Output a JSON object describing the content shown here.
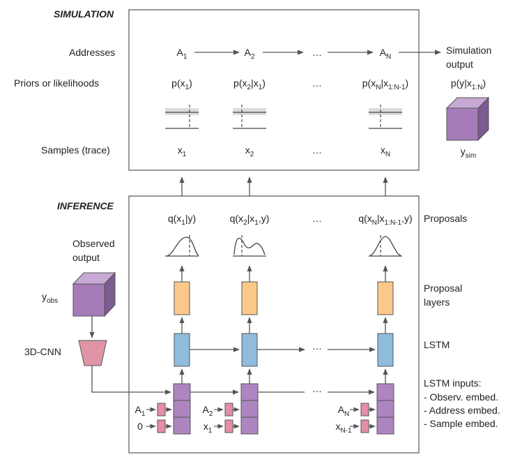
{
  "simulation": {
    "title": "SIMULATION",
    "row_labels": {
      "addresses": "Addresses",
      "priors": "Priors or likelihoods",
      "samples": "Samples (trace)"
    },
    "addresses": [
      {
        "main": "A",
        "sub": "1"
      },
      {
        "main": "A",
        "sub": "2"
      },
      {
        "main": "…",
        "sub": ""
      },
      {
        "main": "A",
        "sub": "N"
      }
    ],
    "priors": [
      {
        "parts": [
          {
            "t": "p(x"
          },
          {
            "t": "1",
            "sub": true
          },
          {
            "t": ")"
          }
        ]
      },
      {
        "parts": [
          {
            "t": "p(x"
          },
          {
            "t": "2",
            "sub": true
          },
          {
            "t": "|x"
          },
          {
            "t": "1",
            "sub": true
          },
          {
            "t": ")"
          }
        ]
      },
      {
        "parts": [
          {
            "t": "…"
          }
        ]
      },
      {
        "parts": [
          {
            "t": "p(x"
          },
          {
            "t": "N",
            "sub": true
          },
          {
            "t": "|x"
          },
          {
            "t": "1:N-1",
            "sub": true
          },
          {
            "t": ")"
          }
        ]
      }
    ],
    "samples": [
      {
        "main": "x",
        "sub": "1"
      },
      {
        "main": "x",
        "sub": "2"
      },
      {
        "main": "…",
        "sub": ""
      },
      {
        "main": "x",
        "sub": "N"
      }
    ],
    "output_label": [
      "Simulation",
      "output"
    ],
    "output_likelihood": {
      "parts": [
        {
          "t": "p(y|x"
        },
        {
          "t": "1:N",
          "sub": true
        },
        {
          "t": ")"
        }
      ]
    },
    "y_sim": {
      "main": "y",
      "sub": "sim"
    }
  },
  "inference": {
    "title": "INFERENCE",
    "proposals": [
      {
        "parts": [
          {
            "t": "q(x"
          },
          {
            "t": "1",
            "sub": true
          },
          {
            "t": "|y)"
          }
        ]
      },
      {
        "parts": [
          {
            "t": "q(x"
          },
          {
            "t": "2",
            "sub": true
          },
          {
            "t": "|x"
          },
          {
            "t": "1",
            "sub": true
          },
          {
            "t": ",y)"
          }
        ]
      },
      {
        "parts": [
          {
            "t": "…"
          }
        ]
      },
      {
        "parts": [
          {
            "t": "q(x"
          },
          {
            "t": "N",
            "sub": true
          },
          {
            "t": "|x"
          },
          {
            "t": "1:N-1",
            "sub": true
          },
          {
            "t": ",y)"
          }
        ]
      }
    ],
    "right_labels": {
      "proposals": "Proposals",
      "proposal_layers": [
        "Proposal",
        "layers"
      ],
      "lstm": "LSTM",
      "lstm_inputs": [
        "LSTM inputs:",
        "- Observ. embed.",
        "- Address embed.",
        "- Sample embed."
      ]
    },
    "observed_output": [
      "Observed",
      "output"
    ],
    "y_obs": {
      "main": "y",
      "sub": "obs"
    },
    "cnn_label": "3D-CNN",
    "lstm_ellipsis": "…",
    "input_ellipsis": "…",
    "address_inputs": [
      {
        "main": "A",
        "sub": "1"
      },
      {
        "main": "A",
        "sub": "2"
      },
      {
        "main": "A",
        "sub": "N"
      }
    ],
    "sample_inputs": [
      {
        "main": "0",
        "sub": ""
      },
      {
        "main": "x",
        "sub": "1"
      },
      {
        "main": "x",
        "sub": "N-1"
      }
    ]
  },
  "colors": {
    "cube_front": "#a57bb8",
    "cube_top": "#c7a9d4",
    "cube_side": "#7d5a90",
    "proposal_layer": "#fac98a",
    "lstm": "#8fbbdc",
    "lstm_input": "#ad85c0",
    "embed": "#e48ea6",
    "cnn": "#df95a6"
  }
}
